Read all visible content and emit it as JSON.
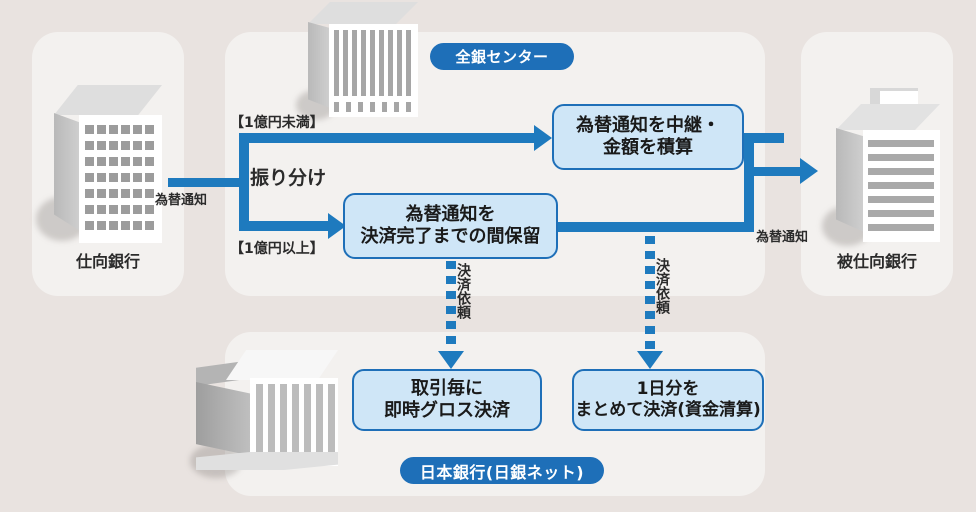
{
  "diagram": {
    "title_zones": {
      "sending_bank": "仕向銀行",
      "receiving_bank": "被仕向銀行"
    },
    "badges": {
      "zengin_center": "全銀センター",
      "boj": "日本銀行(日銀ネット)"
    },
    "process_boxes": {
      "hold": {
        "line1": "為替通知を",
        "line2": "決済完了までの間保留"
      },
      "relay": {
        "line1": "為替通知を中継・",
        "line2": "金額を積算"
      },
      "rtgs": {
        "line1": "取引毎に",
        "line2": "即時グロス決済"
      },
      "batch": {
        "line1": "1日分を",
        "line2": "まとめて決済(資金清算)"
      }
    },
    "flow_labels": {
      "notice_in": "為替通知",
      "notice_out": "為替通知",
      "split": "振り分け",
      "under_threshold": "【1億円未満】",
      "over_threshold": "【1億円以上】",
      "settlement_request_left": "決済依頼",
      "settlement_request_right": "決済依頼"
    },
    "icons": {
      "sending_bank_building": "office-building-icon",
      "zengin_center_building": "data-center-building-icon",
      "receiving_bank_building": "office-building-icon",
      "boj_building": "central-bank-temple-icon"
    },
    "colors": {
      "page_background": "#e9e3e0",
      "panel_background": "#f3f1ef",
      "accent_blue": "#1e7abe",
      "badge_blue": "#1e6fb8",
      "box_fill": "#cfe6f7",
      "box_border": "#1e6fb8",
      "text_dark": "#2b2b2b"
    }
  }
}
